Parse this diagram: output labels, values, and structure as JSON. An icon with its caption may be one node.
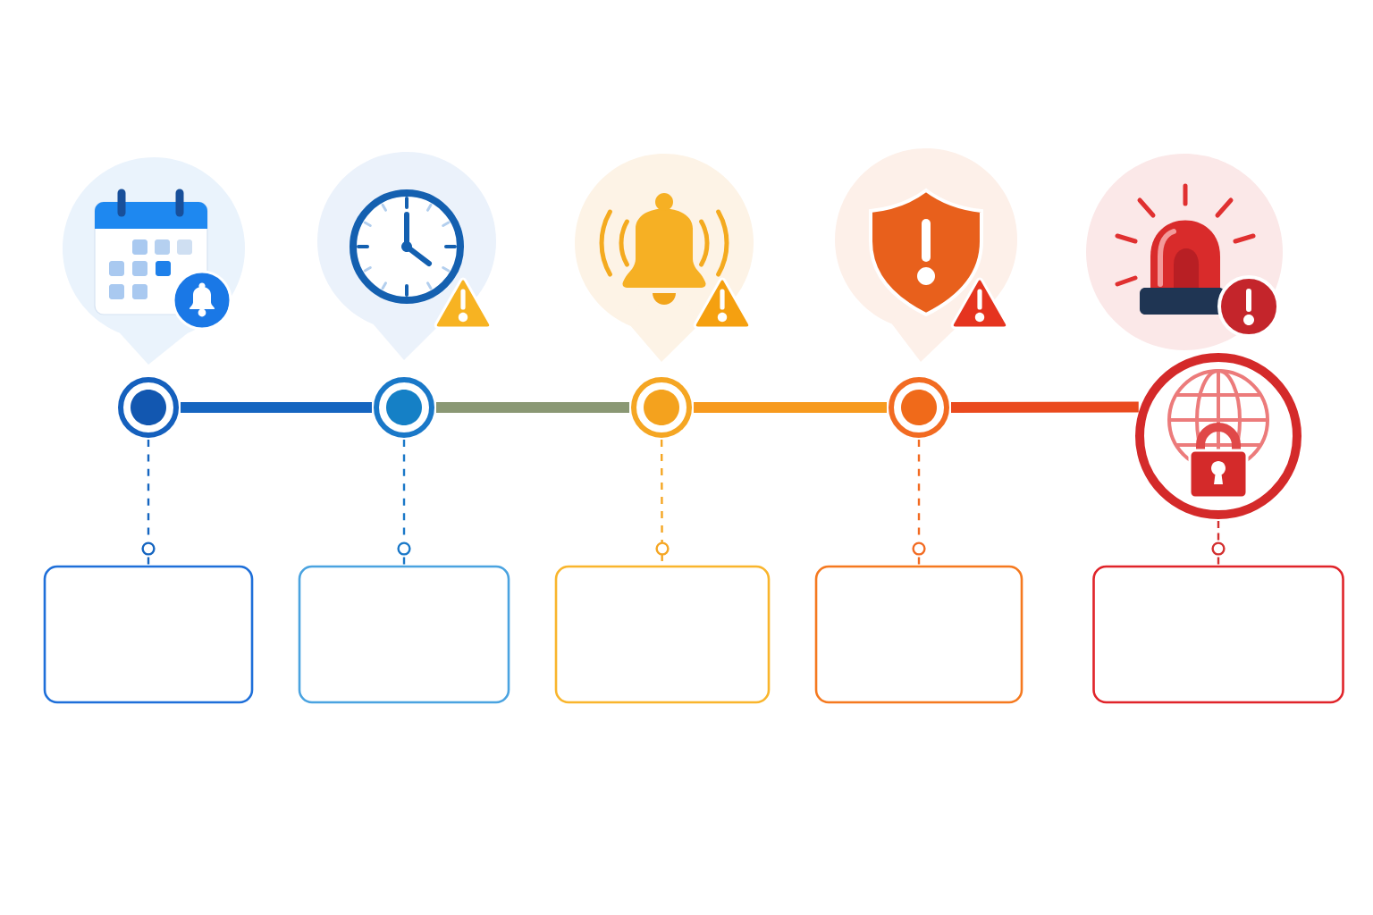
{
  "diagram": {
    "nodes": [
      {
        "text": [],
        "shape": "circle"
      },
      {
        "text": [],
        "shape": "circle"
      },
      {
        "text": [],
        "shape": "circle"
      },
      {
        "text": [],
        "shape": "circle"
      },
      {
        "text": [],
        "shape": "circle"
      },
      {
        "text": [],
        "shape": "box"
      },
      {
        "text": [],
        "shape": "box"
      },
      {
        "text": [],
        "shape": "box"
      },
      {
        "text": [],
        "shape": "box"
      },
      {
        "text": [],
        "shape": "box"
      }
    ],
    "edges": [
      {
        "from": 0,
        "to": 1,
        "arrow": "none",
        "style": "thick",
        "color": "#1565c0"
      },
      {
        "from": 1,
        "to": 2,
        "arrow": "none",
        "style": "thick",
        "color": "#8a9874"
      },
      {
        "from": 2,
        "to": 3,
        "arrow": "none",
        "style": "thick",
        "color": "#f79a1e"
      },
      {
        "from": 3,
        "to": 4,
        "arrow": "none",
        "style": "thick",
        "color": "#ea4a1e"
      },
      {
        "from": 0,
        "to": 5,
        "arrow": "none",
        "style": "dashed",
        "color": "#1565c0"
      },
      {
        "from": 1,
        "to": 6,
        "arrow": "none",
        "style": "dashed",
        "color": "#1a78c8"
      },
      {
        "from": 2,
        "to": 7,
        "arrow": "none",
        "style": "dashed",
        "color": "#f5a623"
      },
      {
        "from": 3,
        "to": 8,
        "arrow": "none",
        "style": "dashed",
        "color": "#f26b22"
      },
      {
        "from": 4,
        "to": 9,
        "arrow": "none",
        "style": "dashed",
        "color": "#d32f2f"
      }
    ]
  }
}
